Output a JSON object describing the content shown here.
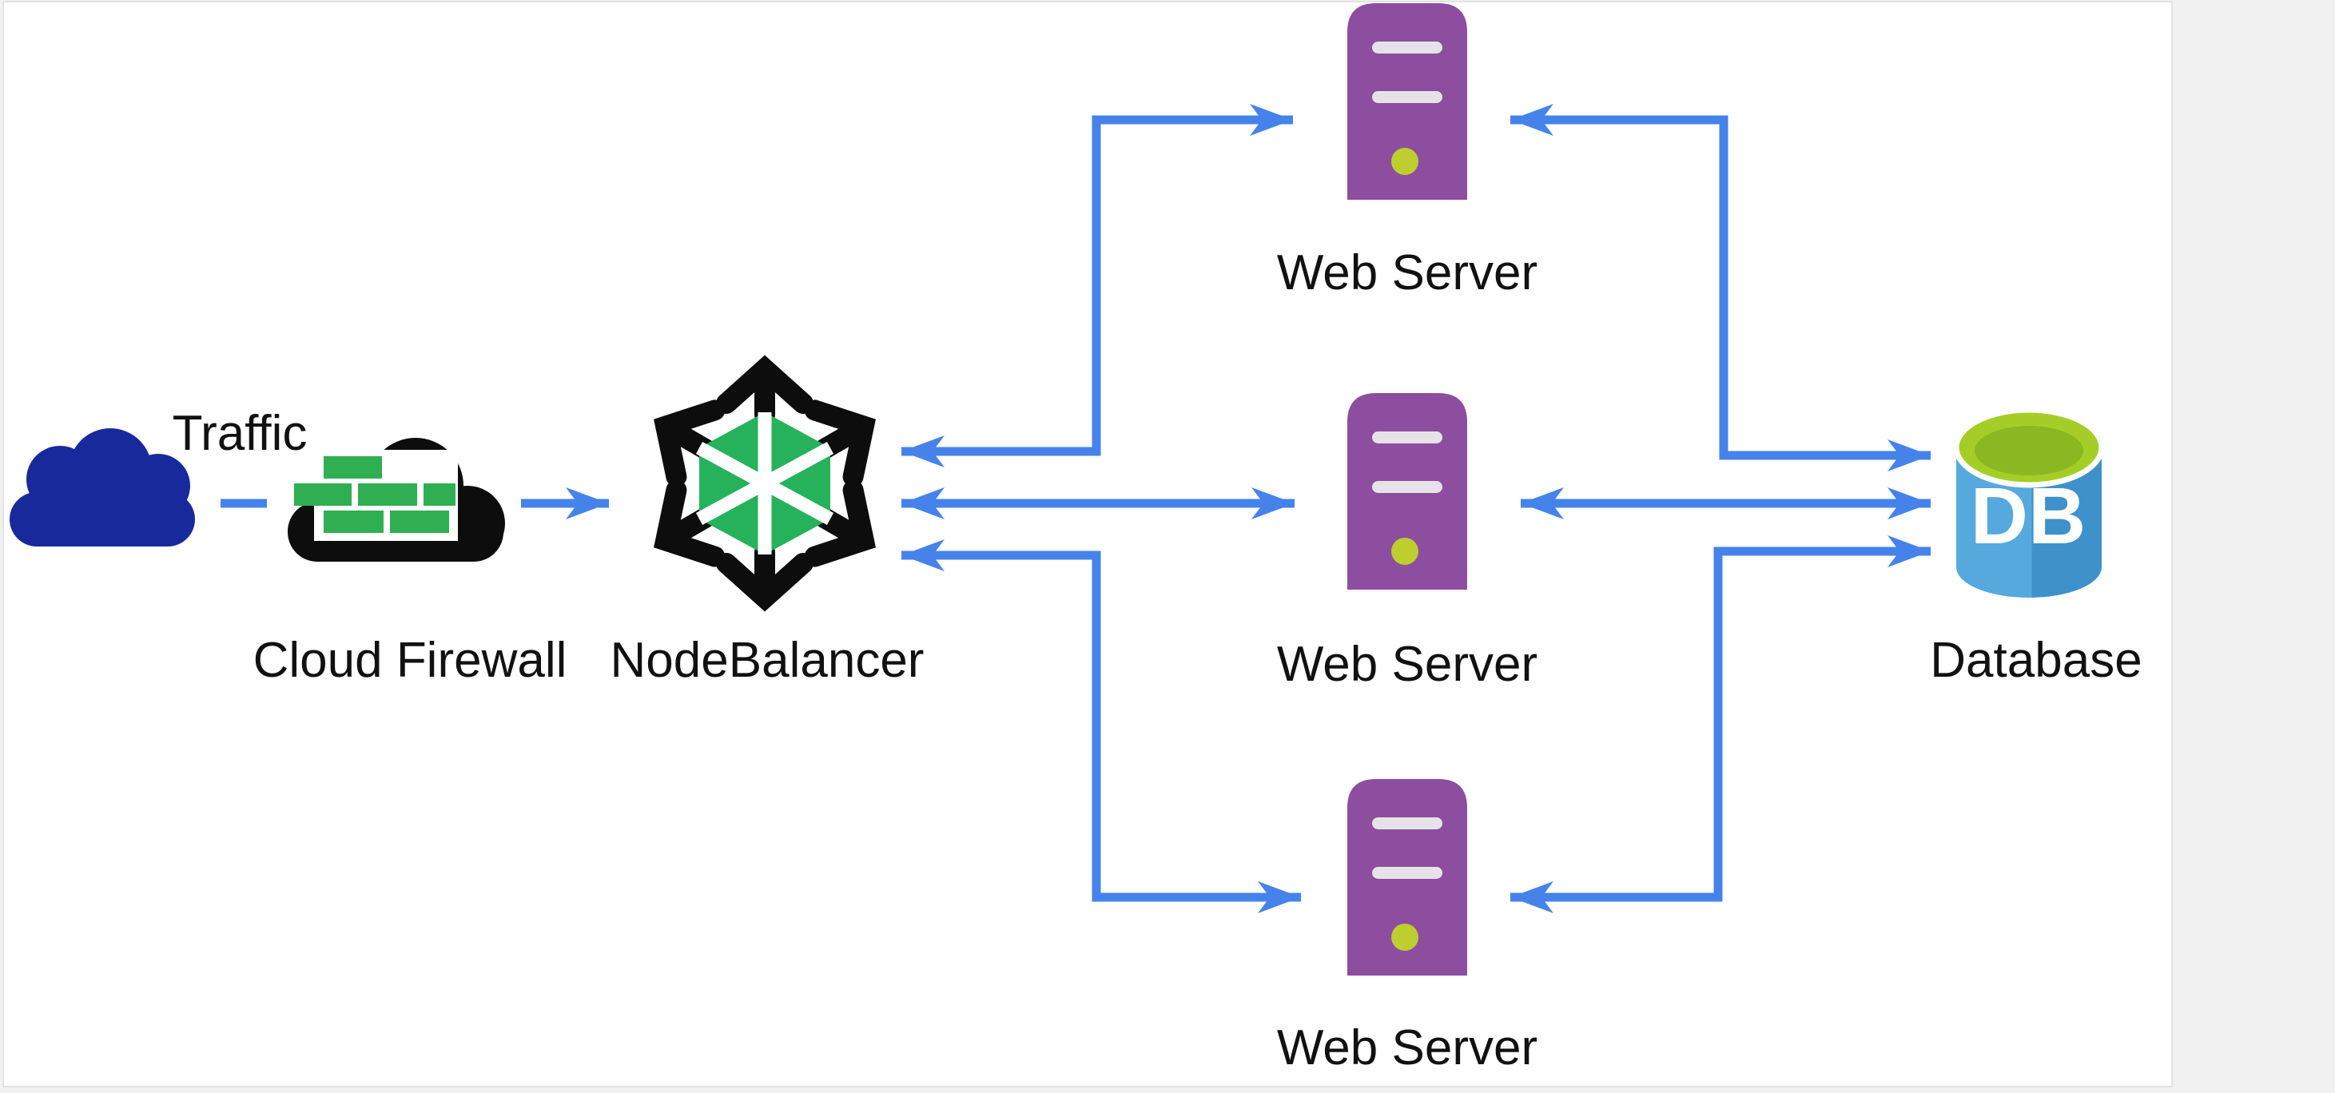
{
  "page": {
    "description": "Linode reference architecture diagram: internet traffic passes a cloud firewall into a NodeBalancer, which load-balances three web servers that all read and write to one database."
  },
  "colors": {
    "page_bg": "#f1f1f1",
    "canvas_bg": "#ffffff",
    "canvas_border": "#e3e3e3",
    "arrow": "#4583ea",
    "label": "#111111",
    "traffic_cloud": "#182a9b",
    "firewall_black": "#0d0d0d",
    "brick_green": "#2fae52",
    "nb_green": "#25b25a",
    "nb_black": "#0d0d0d",
    "server_purple": "#8d4e9f",
    "server_slot": "#e6e3e8",
    "server_led": "#bece2e",
    "db_body_light": "#55a9dd",
    "db_body_dark": "#3e92c9",
    "db_top": "#a4ce27",
    "db_top_dark": "#8bb722"
  },
  "nodes": {
    "traffic": {
      "label": "Traffic",
      "icon": "cloud-icon"
    },
    "cloud_firewall": {
      "label": "Cloud Firewall",
      "icon": "firewall-cloud-icon"
    },
    "nodebalancer": {
      "label": "NodeBalancer",
      "icon": "nodebalancer-hexagon-icon"
    },
    "web_servers": [
      {
        "label": "Web Server",
        "icon": "server-tower-icon"
      },
      {
        "label": "Web Server",
        "icon": "server-tower-icon"
      },
      {
        "label": "Web Server",
        "icon": "server-tower-icon"
      }
    ],
    "database": {
      "label": "Database",
      "icon": "database-cylinder-icon",
      "icon_text": "DB"
    }
  },
  "connections": [
    {
      "from": "traffic",
      "to": "cloud_firewall",
      "style": "dash-stub",
      "arrows": "none"
    },
    {
      "from": "cloud_firewall",
      "to": "nodebalancer",
      "style": "solid",
      "arrows": "one-way"
    },
    {
      "from": "nodebalancer",
      "to": "web_server_1",
      "style": "solid",
      "arrows": "two-way"
    },
    {
      "from": "nodebalancer",
      "to": "web_server_2",
      "style": "solid",
      "arrows": "two-way"
    },
    {
      "from": "nodebalancer",
      "to": "web_server_3",
      "style": "solid",
      "arrows": "two-way"
    },
    {
      "from": "web_server_1",
      "to": "database",
      "style": "solid",
      "arrows": "two-way"
    },
    {
      "from": "web_server_2",
      "to": "database",
      "style": "solid",
      "arrows": "two-way"
    },
    {
      "from": "web_server_3",
      "to": "database",
      "style": "solid",
      "arrows": "two-way"
    }
  ]
}
